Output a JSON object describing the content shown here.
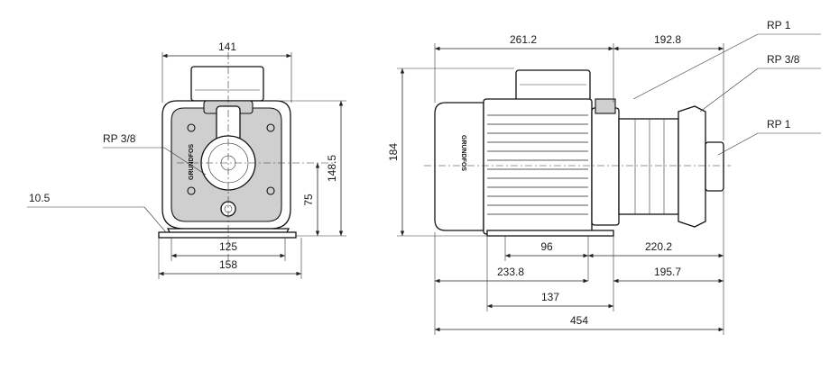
{
  "front_view": {
    "dim_width_top": "141",
    "dim_height_right": "148.5",
    "dim_shaft_height": "75",
    "dim_foot_inner": "125",
    "dim_foot_outer": "158",
    "dim_foot_thickness": "10.5",
    "label_port": "RP 3/8"
  },
  "side_view": {
    "dim_motor_length": "261.2",
    "dim_pump_length": "192.8",
    "dim_height": "184",
    "dim_foot_span": "96",
    "dim_to_outlet": "220.2",
    "dim_left_part": "233.8",
    "dim_right_part": "195.7",
    "dim_foot_center": "137",
    "dim_total": "454",
    "label_inlet_top": "RP 1",
    "label_vent": "RP 3/8",
    "label_outlet": "RP 1"
  },
  "brand_text": "GRUNDFOS"
}
